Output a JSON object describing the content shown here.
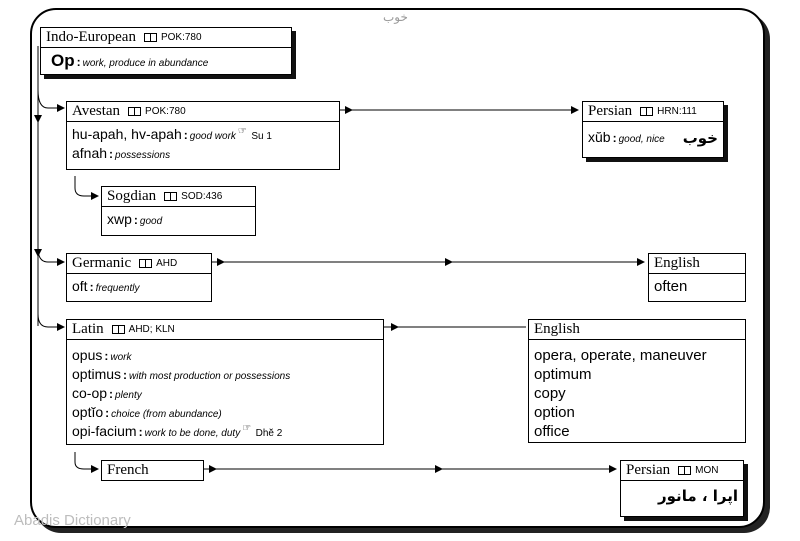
{
  "top_label": "خوب",
  "watermark": "Abadis Dictionary",
  "indo_european": {
    "lang": "Indo-European",
    "ref": "POK:780",
    "word": "Op",
    "gloss": "work, produce in abundance"
  },
  "avestan": {
    "lang": "Avestan",
    "ref": "POK:780",
    "entries": [
      {
        "word": "hu-apah, hv-apah",
        "gloss": "good work",
        "cf": "Su 1"
      },
      {
        "word": "afnah",
        "gloss": "possessions"
      }
    ]
  },
  "persian1": {
    "lang": "Persian",
    "ref": "HRN:111",
    "word": "xŭb",
    "gloss": "good, nice",
    "script": "خوب"
  },
  "sogdian": {
    "lang": "Sogdian",
    "ref": "SOD:436",
    "word": "xwp",
    "gloss": "good"
  },
  "germanic": {
    "lang": "Germanic",
    "ref": "AHD",
    "word": "oft",
    "gloss": "frequently"
  },
  "english1": {
    "lang": "English",
    "word": "often"
  },
  "latin": {
    "lang": "Latin",
    "ref": "AHD; KLN",
    "entries": [
      {
        "word": "opus",
        "gloss": "work"
      },
      {
        "word": "optimus",
        "gloss": "with most production or possessions"
      },
      {
        "word": "co-op",
        "gloss": "plenty"
      },
      {
        "word": "optĭo",
        "gloss": "choice (from abundance)"
      },
      {
        "word": "opi-facium",
        "gloss": "work to be done, duty",
        "cf": "Dhĕ 2"
      }
    ]
  },
  "english2": {
    "lang": "English",
    "words": [
      "opera, operate, maneuver",
      "optimum",
      "copy",
      "option",
      "office"
    ]
  },
  "french": {
    "lang": "French"
  },
  "persian2": {
    "lang": "Persian",
    "ref": "MON",
    "script": "اپرا ، مانور"
  }
}
